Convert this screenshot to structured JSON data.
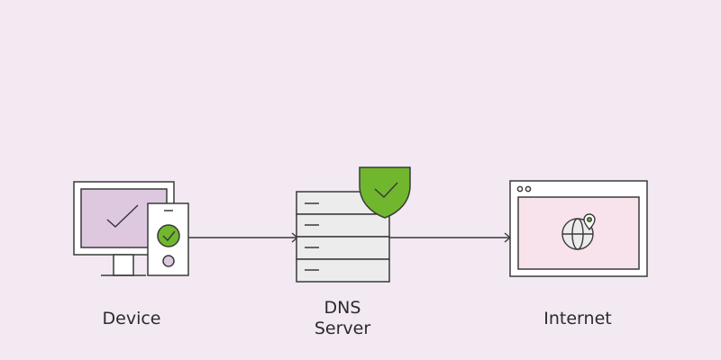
{
  "colors": {
    "background": "#f2e9f2",
    "stroke": "#3a3a3a",
    "screen_fill": "#ddc8e0",
    "browser_fill": "#f8e3ec",
    "server_fill": "#ececec",
    "accent_green": "#71b72e",
    "phone_dot": "#ddc8e0",
    "white": "#ffffff"
  },
  "nodes": [
    {
      "id": "device",
      "label": "Device",
      "icon": "monitor-phone-icon"
    },
    {
      "id": "dns",
      "label_line1": "DNS",
      "label_line2": "Server",
      "icon": "server-shield-icon"
    },
    {
      "id": "internet",
      "label": "Internet",
      "icon": "browser-globe-icon"
    }
  ],
  "connections": [
    {
      "from": "device",
      "to": "dns"
    },
    {
      "from": "dns",
      "to": "internet"
    }
  ]
}
